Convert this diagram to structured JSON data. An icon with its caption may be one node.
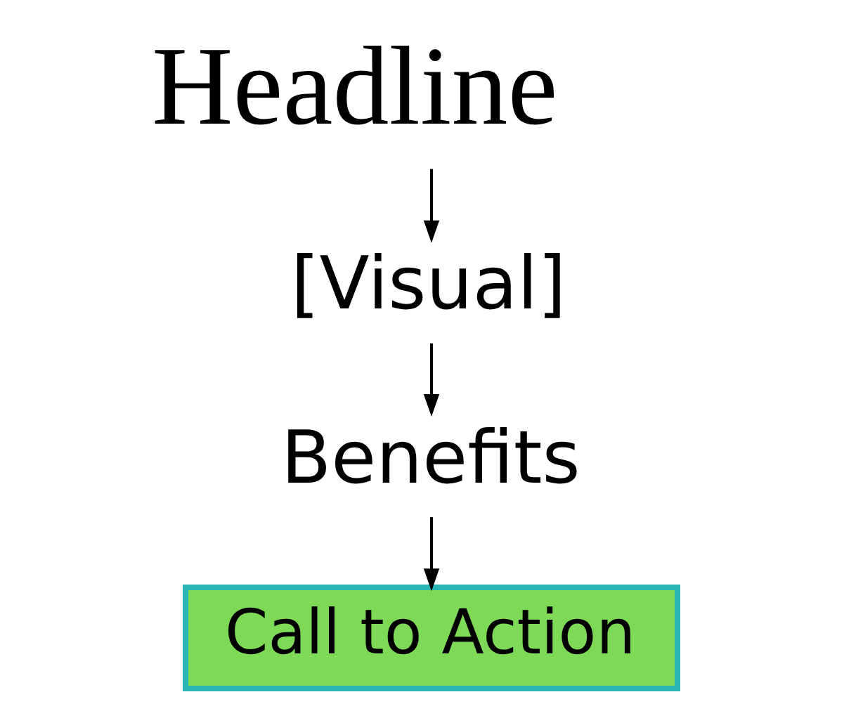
{
  "diagram": {
    "nodes": [
      {
        "text": [
          "Headline"
        ]
      },
      {
        "text": [
          "[Visual]"
        ]
      },
      {
        "text": [
          "Benefits"
        ]
      },
      {
        "text": [
          "Call to Action"
        ]
      }
    ],
    "edges": [
      {
        "from": 0,
        "to": 1,
        "arrow": "to"
      },
      {
        "from": 1,
        "to": 2,
        "arrow": "to"
      },
      {
        "from": 2,
        "to": 3,
        "arrow": "to"
      }
    ]
  }
}
